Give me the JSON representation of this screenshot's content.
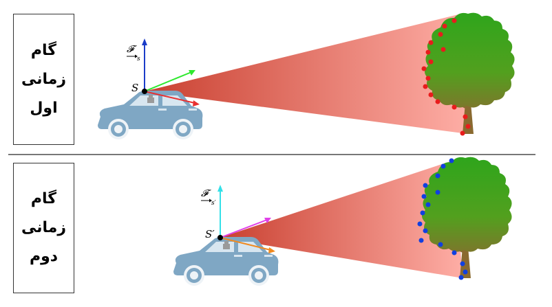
{
  "step1": {
    "line1": "گام",
    "line2": "زمانی",
    "line3": "اول",
    "sensor": "S",
    "frame": "𝓕",
    "frame_sub": "s"
  },
  "step2": {
    "line1": "گام",
    "line2": "زمانی",
    "line3": "دوم",
    "sensor": "S′",
    "frame": "𝓕",
    "frame_sub": "s′"
  },
  "colors": {
    "beam_start": "#c94030",
    "beam_end": "#ffb0a8",
    "up_axis_1": "#1a3cc8",
    "up_axis_2": "#33e0e8",
    "fwd_axis_1": "#2ee82e",
    "fwd_axis_2": "#e040e8",
    "side_axis_1": "#e83030",
    "side_axis_2": "#f08a20",
    "points_1": "#e81c1c",
    "points_2": "#1040e0",
    "car_body": "#7fa7c4",
    "tree_top": "#37a81c",
    "tree_bottom": "#8a6a30"
  }
}
